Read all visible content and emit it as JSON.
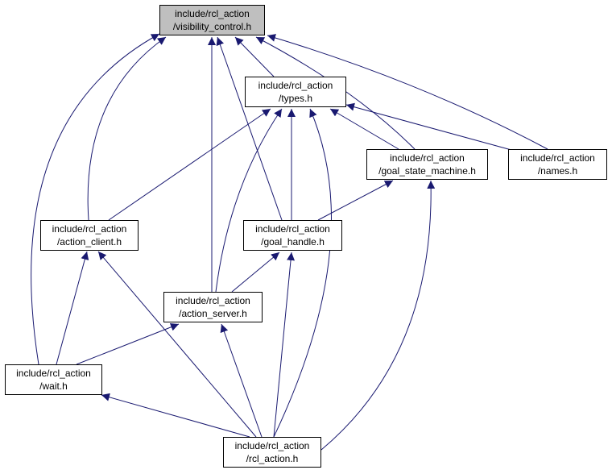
{
  "colors": {
    "edge": "#191970",
    "node_border": "#000000",
    "root_fill": "#bfbfbf",
    "node_fill": "#ffffff"
  },
  "nodes": {
    "visibility_control": {
      "line1": "include/rcl_action",
      "line2": "/visibility_control.h"
    },
    "types": {
      "line1": "include/rcl_action",
      "line2": "/types.h"
    },
    "goal_state_machine": {
      "line1": "include/rcl_action",
      "line2": "/goal_state_machine.h"
    },
    "names": {
      "line1": "include/rcl_action",
      "line2": "/names.h"
    },
    "action_client": {
      "line1": "include/rcl_action",
      "line2": "/action_client.h"
    },
    "goal_handle": {
      "line1": "include/rcl_action",
      "line2": "/goal_handle.h"
    },
    "action_server": {
      "line1": "include/rcl_action",
      "line2": "/action_server.h"
    },
    "wait": {
      "line1": "include/rcl_action",
      "line2": "/wait.h"
    },
    "rcl_action": {
      "line1": "include/rcl_action",
      "line2": "/rcl_action.h"
    }
  },
  "edges": [
    {
      "from": "types",
      "to": "visibility_control"
    },
    {
      "from": "goal_state_machine",
      "to": "visibility_control"
    },
    {
      "from": "names",
      "to": "visibility_control"
    },
    {
      "from": "action_client",
      "to": "visibility_control"
    },
    {
      "from": "goal_handle",
      "to": "visibility_control"
    },
    {
      "from": "action_server",
      "to": "visibility_control"
    },
    {
      "from": "wait",
      "to": "visibility_control"
    },
    {
      "from": "goal_state_machine",
      "to": "types"
    },
    {
      "from": "names",
      "to": "types"
    },
    {
      "from": "action_client",
      "to": "types"
    },
    {
      "from": "goal_handle",
      "to": "types"
    },
    {
      "from": "action_server",
      "to": "types"
    },
    {
      "from": "rcl_action",
      "to": "types"
    },
    {
      "from": "goal_handle",
      "to": "goal_state_machine"
    },
    {
      "from": "rcl_action",
      "to": "goal_state_machine"
    },
    {
      "from": "wait",
      "to": "action_client"
    },
    {
      "from": "rcl_action",
      "to": "action_client"
    },
    {
      "from": "action_server",
      "to": "goal_handle"
    },
    {
      "from": "rcl_action",
      "to": "goal_handle"
    },
    {
      "from": "wait",
      "to": "action_server"
    },
    {
      "from": "rcl_action",
      "to": "action_server"
    },
    {
      "from": "rcl_action",
      "to": "wait"
    }
  ]
}
